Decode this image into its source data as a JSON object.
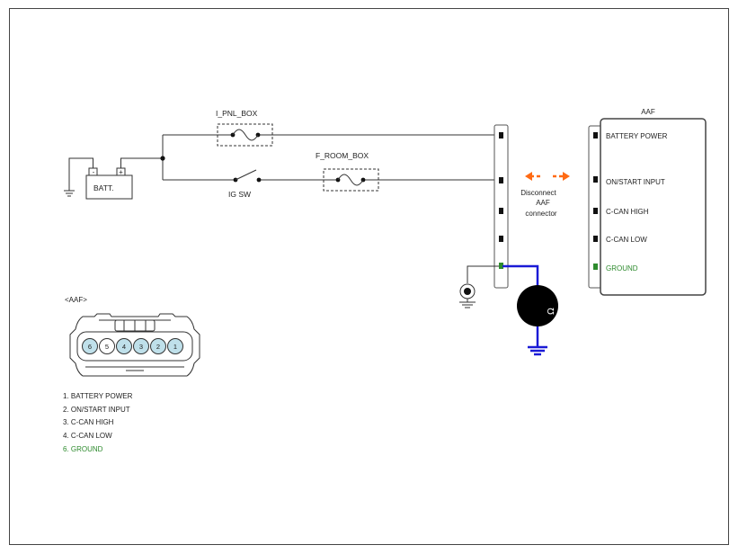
{
  "battery": {
    "label": "BATT.",
    "neg": "-",
    "pos": "+"
  },
  "fuse_box_1": {
    "label": "I_PNL_BOX"
  },
  "fuse_box_2": {
    "label": "F_ROOM_BOX"
  },
  "ignition_switch": {
    "label": "IG SW"
  },
  "disconnect_note": {
    "line1": "Disconnect",
    "line2": "AAF",
    "line3": "connector"
  },
  "aaf_module": {
    "title": "AAF",
    "pins": [
      {
        "label": "BATTERY POWER",
        "color": "#222222"
      },
      {
        "label": "ON/START INPUT",
        "color": "#222222"
      },
      {
        "label": "C-CAN HIGH",
        "color": "#222222"
      },
      {
        "label": "C-CAN LOW",
        "color": "#222222"
      },
      {
        "label": "GROUND",
        "color": "#2e8b2e"
      }
    ]
  },
  "connector": {
    "title": "<AAF>",
    "pin_numbers": [
      "6",
      "5",
      "4",
      "3",
      "2",
      "1"
    ]
  },
  "legend": [
    {
      "text": "1.   BATTERY POWER",
      "color": "#222222"
    },
    {
      "text": "2. ON/START INPUT",
      "color": "#222222"
    },
    {
      "text": "3.   C-CAN HIGH",
      "color": "#222222"
    },
    {
      "text": "4. C-CAN LOW",
      "color": "#222222"
    },
    {
      "text": "6.   GROUND",
      "color": "#2e8b2e"
    }
  ],
  "colors": {
    "wire": "#333333",
    "ground_wire": "#1a1ad6",
    "ground_pin": "#2e8b2e",
    "arrow": "#ff6a13",
    "pin_fill": "#bfe0ea"
  }
}
